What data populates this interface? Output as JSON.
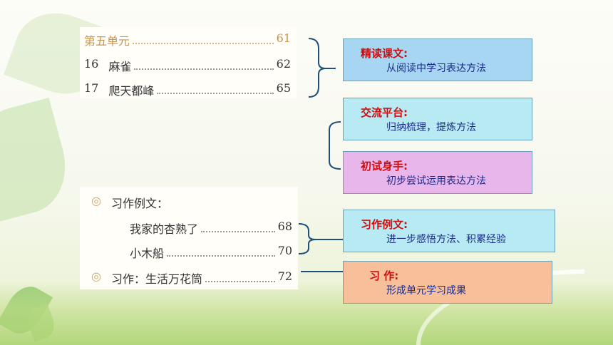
{
  "toc_top": {
    "unit_title": "第五单元",
    "unit_page": "61",
    "lessons": [
      {
        "num": "16",
        "title": "麻雀",
        "page": "62"
      },
      {
        "num": "17",
        "title": "爬天都峰",
        "page": "65"
      }
    ]
  },
  "toc_bottom": {
    "section_label": "习作例文：",
    "examples": [
      {
        "title": "我家的杏熟了",
        "page": "68"
      },
      {
        "title": "小木船",
        "page": "70"
      }
    ],
    "writing_label": "习作：生活万花筒",
    "writing_page": "72"
  },
  "boxes": [
    {
      "title": "精读课文:",
      "desc": "从阅读中学习表达方法",
      "bg": "#a6d6f2"
    },
    {
      "title": "交流平台:",
      "desc": "归纳梳理，提炼方法",
      "bg": "#b8eaf4"
    },
    {
      "title": "初试身手:",
      "desc": "初步尝试运用表达方法",
      "bg": "#e9b6ec"
    },
    {
      "title": "习作例文:",
      "desc": "进一步感悟方法、积累经验",
      "bg": "#b8eaf4"
    },
    {
      "title": "习 作:",
      "desc": "形成单元学习成果",
      "bg": "#f8c09a"
    }
  ]
}
